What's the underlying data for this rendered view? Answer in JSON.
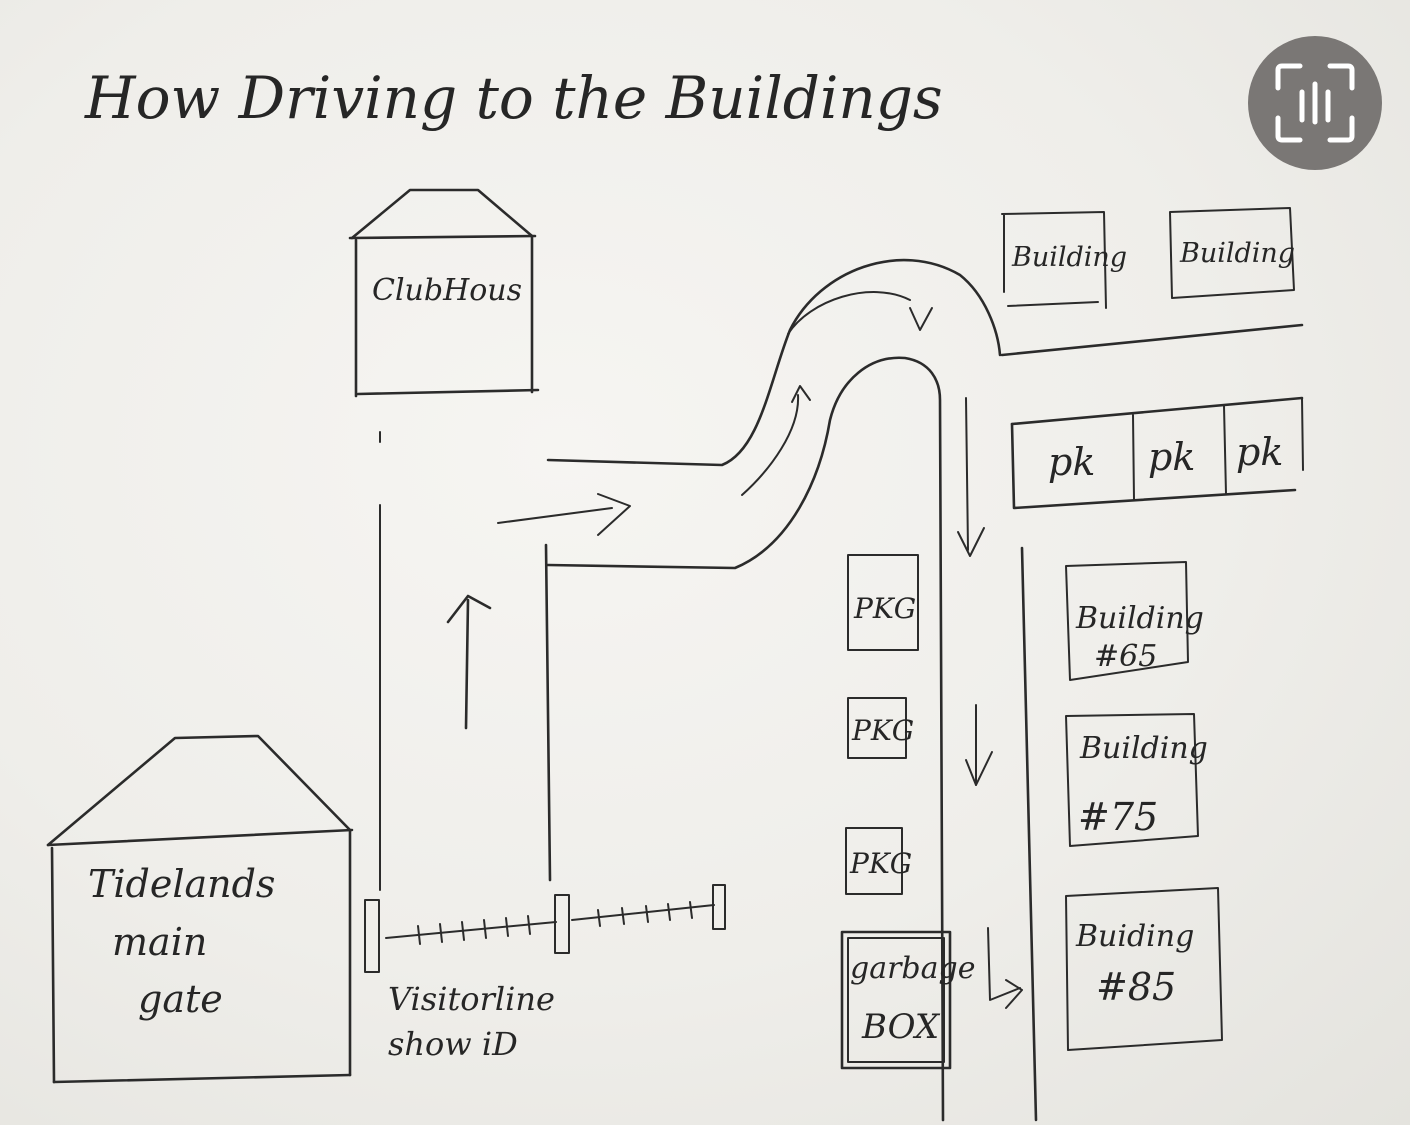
{
  "title": "How Driving to the Buildings",
  "labels": {
    "clubhouse": "ClubHous",
    "main_gate": [
      "Tidelands",
      "main",
      "gate"
    ],
    "visitor_line": [
      "Visitorline",
      "show iD"
    ],
    "building_top_left": "Building",
    "building_top_right": "Building",
    "pk_1": "pk",
    "pk_2": "pk",
    "pk_3": "pk",
    "pkg_1": "PKG",
    "pkg_2": "PKG",
    "pkg_3": "PKG",
    "garbage_box": [
      "garbage",
      "BOX"
    ],
    "building_65": [
      "Building",
      "#65"
    ],
    "building_75": [
      "Building",
      "#75"
    ],
    "building_85": [
      "Buiding",
      "#85"
    ]
  },
  "icons": {
    "scan_button": "text-scan-icon"
  },
  "colors": {
    "paper": "#efeeea",
    "ink": "#2b2b2b",
    "scan_button": "#7a7775"
  }
}
